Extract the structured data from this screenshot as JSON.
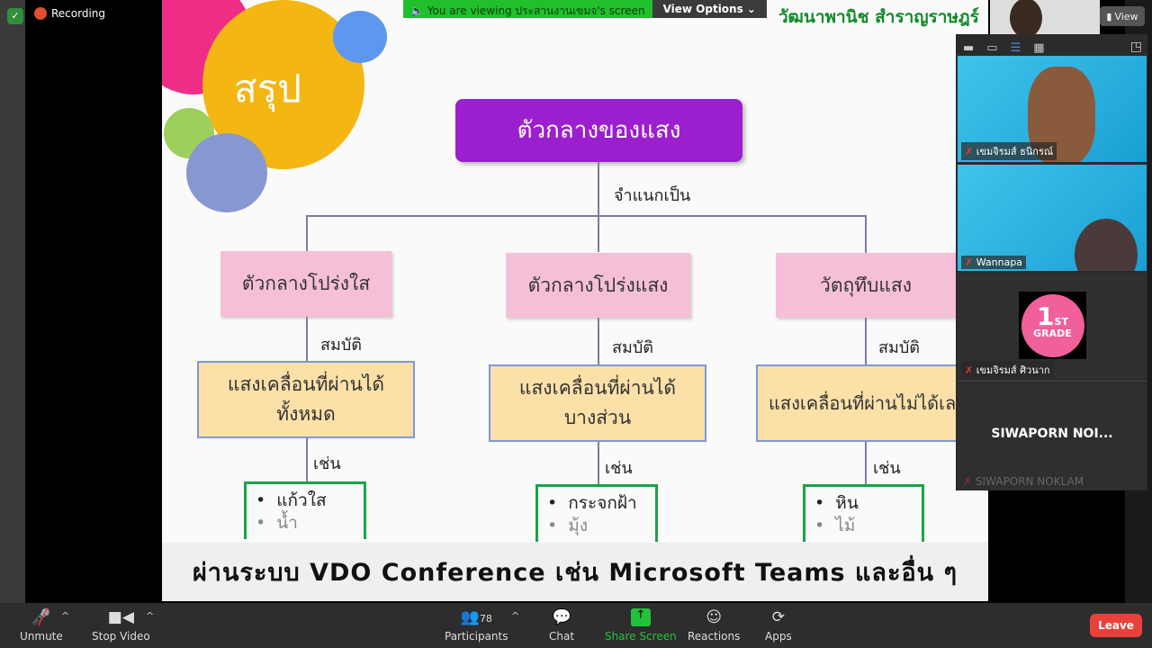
{
  "top": {
    "recording": "Recording",
    "viewing_banner": "You are viewing ประสานงานเขมจ's screen",
    "view_options": "View Options",
    "view_button": "View"
  },
  "slide": {
    "logo_text": "วัฒนาพานิช สำราญราษฎร์",
    "title_bubble": "สรุป",
    "root": "ตัวกลางของแสง",
    "classify": "จำแนกเป็น",
    "branches": [
      {
        "name": "ตัวกลางโปร่งใส",
        "prop_label": "สมบัติ",
        "property": "แสงเคลื่อนที่ผ่านได้ทั้งหมด",
        "property_l1": "แสงเคลื่อนที่ผ่านได้",
        "property_l2": "ทั้งหมด",
        "eg_label": "เช่น",
        "examples": [
          "แก้วใส",
          "น้ำ"
        ]
      },
      {
        "name": "ตัวกลางโปร่งแสง",
        "prop_label": "สมบัติ",
        "property_l1": "แสงเคลื่อนที่ผ่านได้",
        "property_l2": "บางส่วน",
        "eg_label": "เช่น",
        "examples": [
          "กระจกฝ้า",
          "มุ้ง"
        ]
      },
      {
        "name": "วัตถุทึบแสง",
        "prop_label": "สมบัติ",
        "property_l1": "แสงเคลื่อนที่ผ่านไม่ได้เลย",
        "property_l2": "",
        "eg_label": "เช่น",
        "examples": [
          "หิน",
          "ไม้"
        ]
      }
    ],
    "caption": "ผ่านระบบ VDO Conference เช่น Microsoft Teams และอื่น ๆ"
  },
  "participants_panel": {
    "tiles": [
      {
        "name": "เขมจิรมส์ ธนิกรณ์"
      },
      {
        "name": "Wannapa"
      },
      {
        "name": "เขมจิรมส์ ศิวนาก",
        "avatar_big": "1",
        "avatar_sup": "ST",
        "avatar_sub": "GRADE"
      },
      {
        "name": "SIWAPORN NOI...",
        "footer": "SIWAPORN NOKLAM"
      }
    ]
  },
  "toolbar": {
    "unmute": "Unmute",
    "stop_video": "Stop Video",
    "participants": "Participants",
    "participant_count": "78",
    "chat": "Chat",
    "share_screen": "Share Screen",
    "reactions": "Reactions",
    "apps": "Apps",
    "leave": "Leave"
  },
  "colors": {
    "share_green": "#22c33a",
    "leave_red": "#e8413c",
    "root_purple": "#9b1fcf",
    "pink_box": "#f6bfd8",
    "yellow_box": "#fbe0a8"
  }
}
